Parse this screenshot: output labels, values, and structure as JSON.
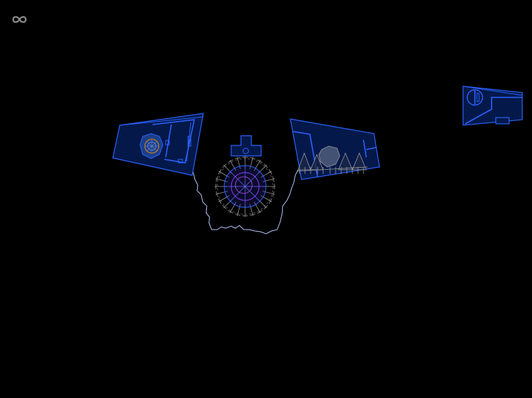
{
  "game": {
    "menu_icon": "infinity-icon",
    "colors": {
      "background": "#000000",
      "panel_fill": "#04184a",
      "outline": "#2a63ff",
      "rope": "#b9c8ff",
      "structure_gray": "#8a8a8a",
      "menu_gray": "#8c8c8c",
      "core_purple": "#8a3cff"
    },
    "objects": [
      {
        "name": "left-panel",
        "icon": "tilted-panel-with-gear"
      },
      {
        "name": "right-panel",
        "icon": "tilted-panel-with-spikes"
      },
      {
        "name": "far-right-panel",
        "icon": "panel-with-circle-switch"
      },
      {
        "name": "center-block",
        "icon": "cross-block"
      },
      {
        "name": "center-core",
        "icon": "wireframe-ball"
      },
      {
        "name": "rope",
        "icon": "hanging-rope"
      }
    ]
  }
}
